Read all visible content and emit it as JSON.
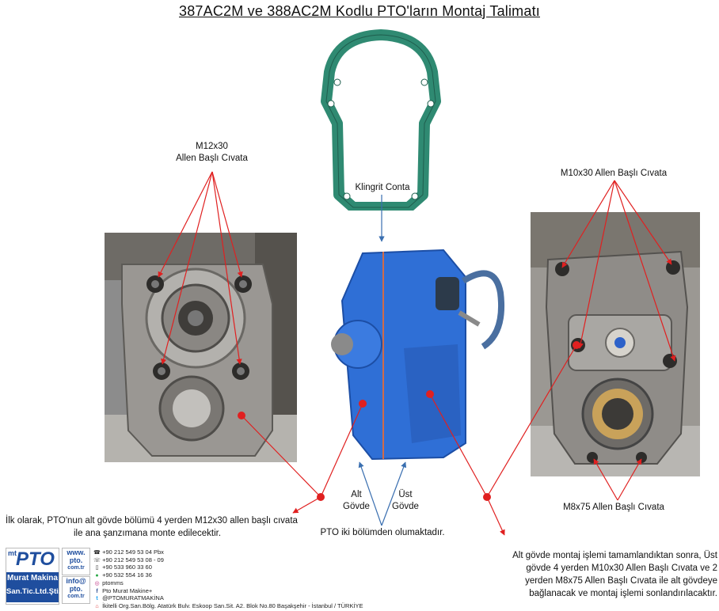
{
  "title": "387AC2M ve 388AC2M Kodlu PTO'ların Montaj Talimatı",
  "labels": {
    "m12_line1": "M12x30",
    "m12_line2": "Allen Başlı Cıvata",
    "gasket": "Klingrit Conta",
    "m10": "M10x30 Allen Başlı Cıvata",
    "alt_line1": "Alt",
    "alt_line2": "Gövde",
    "ust_line1": "Üst",
    "ust_line2": "Gövde",
    "m8": "M8x75 Allen Başlı Cıvata",
    "two_parts": "PTO iki bölümden olumaktadır."
  },
  "paragraphs": {
    "left_line1": "İlk olarak, PTO'nun alt gövde bölümü 4 yerden M12x30 allen başlı cıvata",
    "left_line2": "ile ana şanzımana monte edilecektir.",
    "right_line1": "Alt gövde montaj işlemi tamamlandıktan sonra, Üst",
    "right_line2": "gövde 4 yerden M10x30 Allen Başlı Cıvata ve 2",
    "right_line3": "yerden M8x75 Allen Başlı Cıvata ile alt gövdeye",
    "right_line4": "bağlanacak ve montaj işlemi sonlandırılacaktır."
  },
  "logo": {
    "mt": "mt",
    "pto": "PTO",
    "line1": "Murat Makina",
    "line2": "San.Tic.Ltd.Şti.",
    "web1": "www.",
    "web2": "pto.",
    "web3": "com.tr",
    "mail1": "info@",
    "mail2": "pto.",
    "mail3": "com.tr"
  },
  "contacts": [
    {
      "icon": "phone-icon",
      "glyph": "☎",
      "text": "+90 212 549 53 04  Pbx"
    },
    {
      "icon": "fax-icon",
      "glyph": "☏",
      "text": "+90 212 549 53 08 - 09"
    },
    {
      "icon": "mobile-icon",
      "glyph": "▯",
      "text": "+90 533 960 33 60"
    },
    {
      "icon": "whatsapp-icon",
      "glyph": "●",
      "text": "+90 532 554 16 36"
    },
    {
      "icon": "instagram-icon",
      "glyph": "◎",
      "text": "ptomms"
    },
    {
      "icon": "facebook-icon",
      "glyph": "f",
      "text": "Pto Murat Makine+"
    },
    {
      "icon": "twitter-icon",
      "glyph": "t",
      "text": "@PTOMURATMAKİNA"
    },
    {
      "icon": "location-icon",
      "glyph": "⌂",
      "text": "İkitelli Org.San.Bölg. Atatürk Bulv. Eskoop San.Sit. A2. Blok No.80 Başakşehir - İstanbul / TÜRKİYE"
    }
  ],
  "colors": {
    "pointer": "#e02020",
    "gasket": "#2f8a72",
    "pto_blue": "#2f6fd6",
    "arrow_blue": "#3a6fb0"
  }
}
